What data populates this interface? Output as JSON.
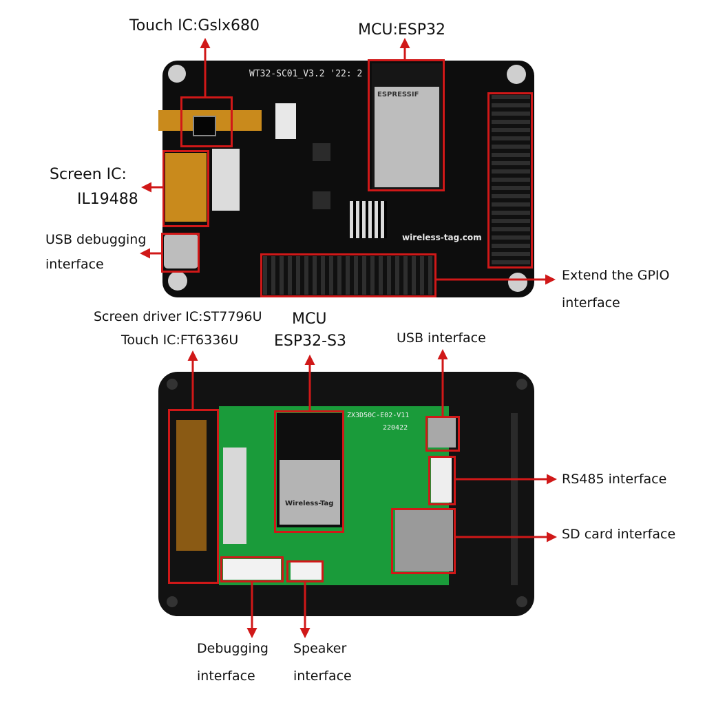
{
  "top_board": {
    "silkscreen": "WT32-SC01_V3.2 '22: 2",
    "website": "wireless-tag.com",
    "module_brand": "ESPRESSIF",
    "labels": {
      "touch_ic": "Touch IC:Gslx680",
      "mcu": "MCU:ESP32",
      "screen_ic_line1": "Screen IC:",
      "screen_ic_line2": "IL19488",
      "usb_debug_line1": "USB debugging",
      "usb_debug_line2": "interface",
      "gpio_line1": "Extend the GPIO",
      "gpio_line2": "interface"
    }
  },
  "bottom_board": {
    "silkscreen": "ZX3D50C-E02-V11",
    "date_code": "220422",
    "module_brand": "Wireless-Tag",
    "labels": {
      "screen_driver": "Screen driver IC:ST7796U",
      "touch_ic": "Touch IC:FT6336U",
      "mcu_line1": "MCU",
      "mcu_line2": "ESP32-S3",
      "usb": "USB interface",
      "rs485": "RS485 interface",
      "sd_card": "SD card interface",
      "debug_line1": "Debugging",
      "debug_line2": "interface",
      "speaker_line1": "Speaker",
      "speaker_line2": "interface"
    }
  },
  "colors": {
    "highlight": "#d01818",
    "pcb_top": "#0d0d0d",
    "pcb_bottom": "#1a9b3a",
    "flex_cable": "#c98a1c"
  }
}
